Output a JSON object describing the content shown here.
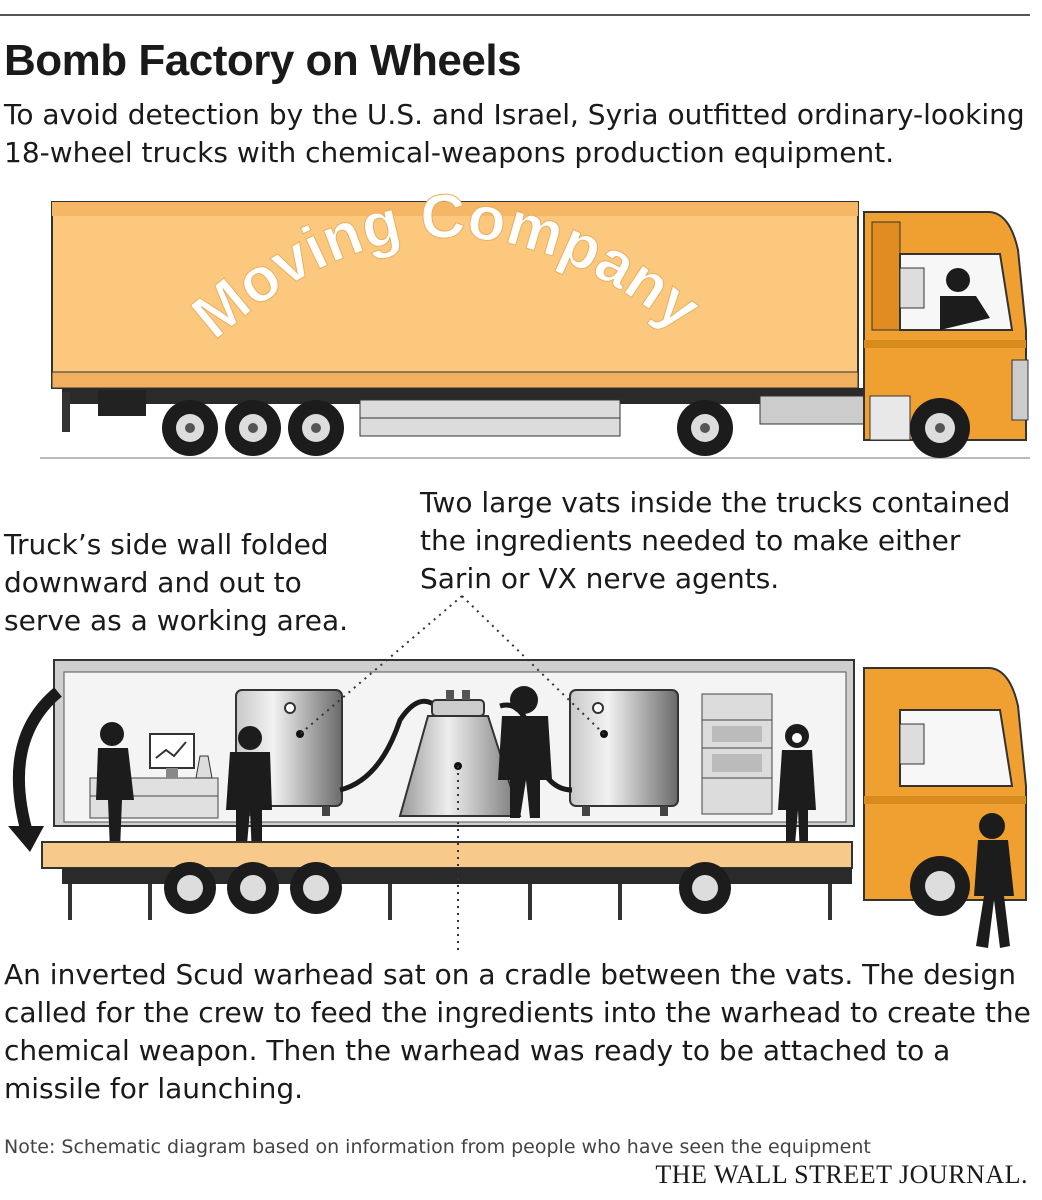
{
  "title": "Bomb Factory on Wheels",
  "subtitle": "To avoid detection by the U.S. and Israel, Syria outfitted ordinary-looking 18-wheel trucks with chemical-weapons production equipment.",
  "trailer_text": "Moving Company",
  "annotations": {
    "side_wall": "Truck’s side wall folded downward and out to serve as a working area.",
    "vats": "Two large vats inside the trucks contained the ingredients needed to make either Sarin or VX nerve agents.",
    "warhead": "An inverted Scud warhead sat on a cradle between the vats. The design called for the crew to feed the ingredients into the warhead to create the chemical weapon. Then the warhead was ready to be attached to a missile for launching."
  },
  "footnote": "Note: Schematic diagram based on information from people who have seen the equipment",
  "source": "THE WALL STREET JOURNAL.",
  "colors": {
    "trailer": "#fcc87e",
    "cab": "#f0a030",
    "dark": "#1c1c1c",
    "platform": "#f7c98a"
  }
}
